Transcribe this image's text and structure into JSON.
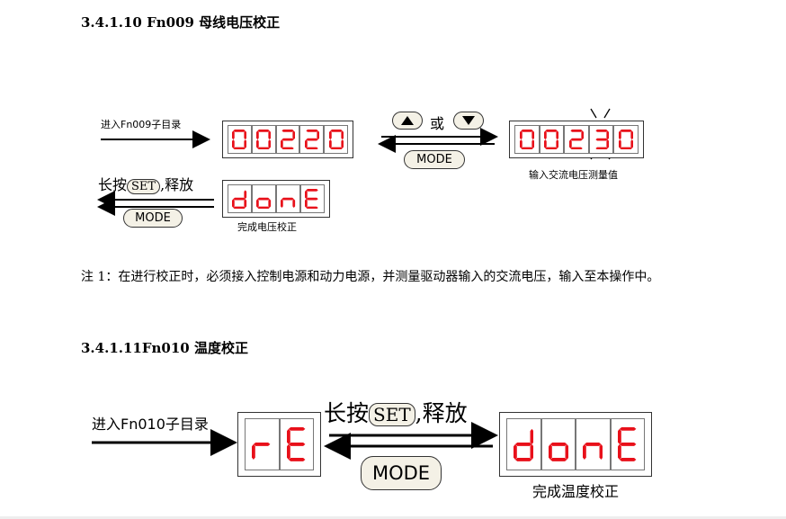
{
  "section1": {
    "heading": "3.4.1.10 Fn009 母线电压校正",
    "enter_label": "进入Fn009子目录",
    "display1_digits": [
      "0",
      "0",
      "2",
      "2",
      "0"
    ],
    "or_label": "或",
    "mode_label": "MODE",
    "display2_digits": [
      "0",
      "0",
      "2",
      "3",
      "0"
    ],
    "display2_caption": "输入交流电压测量值",
    "hold_prefix": "长按",
    "set_label": "SET",
    "hold_suffix": ",释放",
    "mode_label2": "MODE",
    "done_chars": [
      "d",
      "o",
      "n",
      "E"
    ],
    "done_caption": "完成电压校正"
  },
  "note": {
    "text": "注 1：在进行校正时，必须接入控制电源和动力电源，并测量驱动器输入的交流电压，输入至本操作中。"
  },
  "section2": {
    "heading": "3.4.1.11Fn010 温度校正",
    "enter_label": "进入Fn010子目录",
    "re_chars": [
      "r",
      "E"
    ],
    "hold_prefix": "长按",
    "set_label": "SET",
    "hold_suffix": ",释放",
    "mode_label": "MODE",
    "done_chars": [
      "d",
      "o",
      "n",
      "E"
    ],
    "done_caption": "完成温度校正"
  },
  "colors": {
    "segment_red": "#e8101a",
    "pill_bg": "#f4f1e6"
  }
}
